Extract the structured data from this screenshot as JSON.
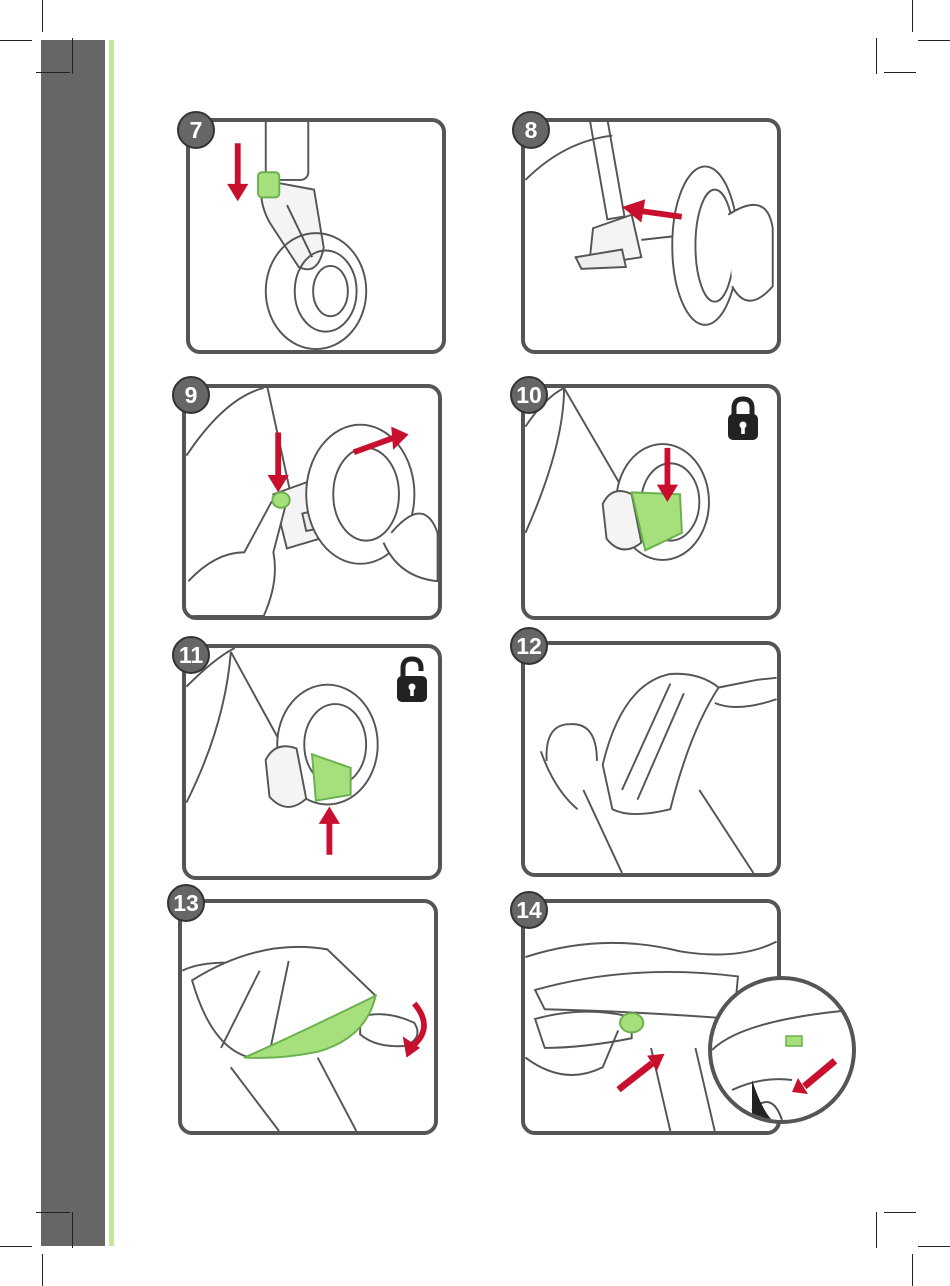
{
  "steps": [
    {
      "number": "7"
    },
    {
      "number": "8"
    },
    {
      "number": "9"
    },
    {
      "number": "10",
      "lock": "locked"
    },
    {
      "number": "11",
      "lock": "unlocked"
    },
    {
      "number": "12"
    },
    {
      "number": "13"
    },
    {
      "number": "14"
    }
  ],
  "colors": {
    "sidebar": "#666666",
    "accent_stripe": "#c7e3a0",
    "arrow": "#c8102e",
    "highlight": "#a6e07c",
    "outline": "#555555"
  },
  "icons": {
    "lock_closed": "lock-closed-icon",
    "lock_open": "lock-open-icon"
  }
}
